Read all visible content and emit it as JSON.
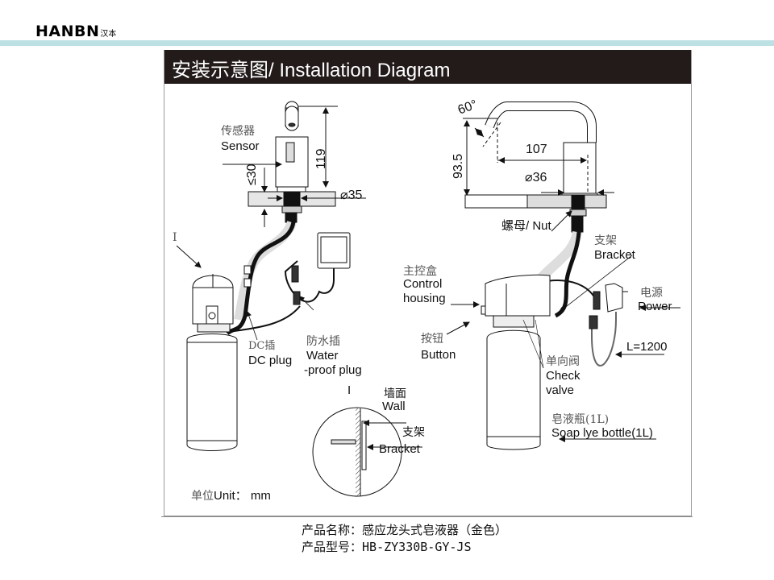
{
  "brand": {
    "name": "HANBN",
    "name_cn": "汉本",
    "band_color": "#bde0e4"
  },
  "panel": {
    "title": "安装示意图/ Installation  Diagram",
    "title_bg": "#231a1a"
  },
  "left_view": {
    "sensor_cn": "传感器",
    "sensor_en": "Sensor",
    "dim_height": "119",
    "dim_thickness": "≤30",
    "dim_diameter": "⌀35",
    "detail_marker": "I",
    "dc_plug_cn": "DC插",
    "dc_plug_en": "DC plug",
    "waterproof_cn": "防水插",
    "waterproof_en_1": "Water",
    "waterproof_en_2": "-proof plug"
  },
  "detail_view": {
    "marker": "I",
    "wall_cn": "墙面",
    "wall_en": "Wall",
    "bracket_cn": "支架",
    "bracket_en": "Bracket"
  },
  "right_view": {
    "dim_angle": "60°",
    "dim_reach": "107",
    "dim_height": "93.5",
    "dim_diameter": "⌀36",
    "nut_label": "螺母/ Nut",
    "bracket_cn": "支架",
    "bracket_en": "Bracket",
    "housing_cn": "主控盒",
    "housing_en_1": "Control",
    "housing_en_2": "housing",
    "power_cn": "电源",
    "power_en": "Power",
    "button_cn": "按钮",
    "button_en": "Button",
    "cable_length": "L=1200",
    "check_valve_cn": "单向阀",
    "check_valve_en_1": "Check",
    "check_valve_en_2": "valve",
    "bottle_cn": "皂液瓶(1L)",
    "bottle_en": "Soap lye bottle(1L)"
  },
  "unit_label_cn": "单位",
  "unit_label_en": "Unit：  mm",
  "footer": {
    "name_label": "产品名称：",
    "name_value": "感应龙头式皂液器（金色）",
    "model_label": "产品型号：",
    "model_value": "HB-ZY330B-GY-JS"
  }
}
